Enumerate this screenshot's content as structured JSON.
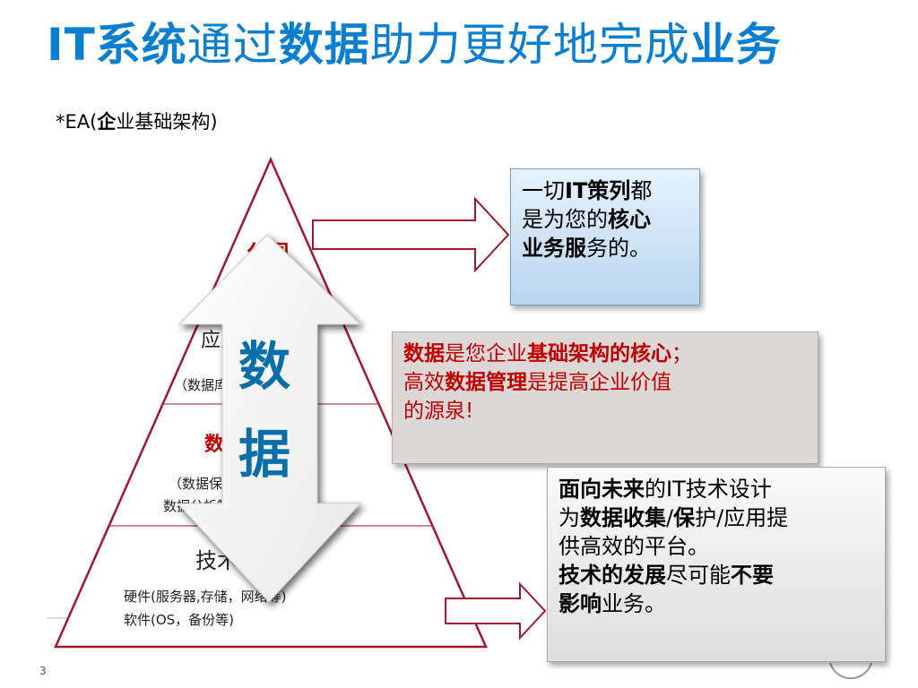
{
  "title": {
    "p1": "IT系统",
    "p2": "通过",
    "p3": "数据",
    "p4": "助力更好地完成",
    "p5": "业务"
  },
  "subtitle": {
    "prefix": "*EA(",
    "bold": "企",
    "rest": "业基础架构)"
  },
  "pyramid": {
    "top_label": "公司",
    "app_label": "应用服务",
    "app_sub": "（数据库，ERP..)）",
    "data_label": "数据管理",
    "data_sub_1": "（数据保护，数据保护，",
    "data_sub_2": "数据分析等）",
    "tech_label": "技术平台",
    "tech_sub_1": "硬件(服务器,存储，网络等)",
    "tech_sub_2": "软件(OS，备份等)"
  },
  "arrow_word": {
    "char1": "数",
    "char2": "据"
  },
  "callout_strategy": {
    "t1": "一切",
    "t2": "IT策列",
    "t3": "都",
    "t4": "是为您的",
    "t5": "核心",
    "t6": "业务服",
    "t7": "务的。"
  },
  "callout_core": {
    "t1": "数据",
    "t2": "是您企业",
    "t3": "基础架构的核心",
    "t4": "；",
    "t5": "高效",
    "t6": "数据管理",
    "t7": "是提高企业价值",
    "t8": "的源泉!"
  },
  "callout_future": {
    "t1": "面向未来",
    "t2": "的IT技术设计",
    "t3": "为",
    "t4": "数据收集",
    "t5": "/",
    "t6": "保",
    "t7": "护/应用提",
    "t8": "供高效的平台。",
    "t9": "技术的发展",
    "t10": "尽可能",
    "t11": "不要",
    "t12": "影响",
    "t13": "业务。"
  },
  "page_number": "3",
  "colors": {
    "title_blue": "#0a7fcf",
    "pyramid_red": "#a0182a",
    "accent_red": "#c00000",
    "word_blue": "#0a6ea9"
  }
}
